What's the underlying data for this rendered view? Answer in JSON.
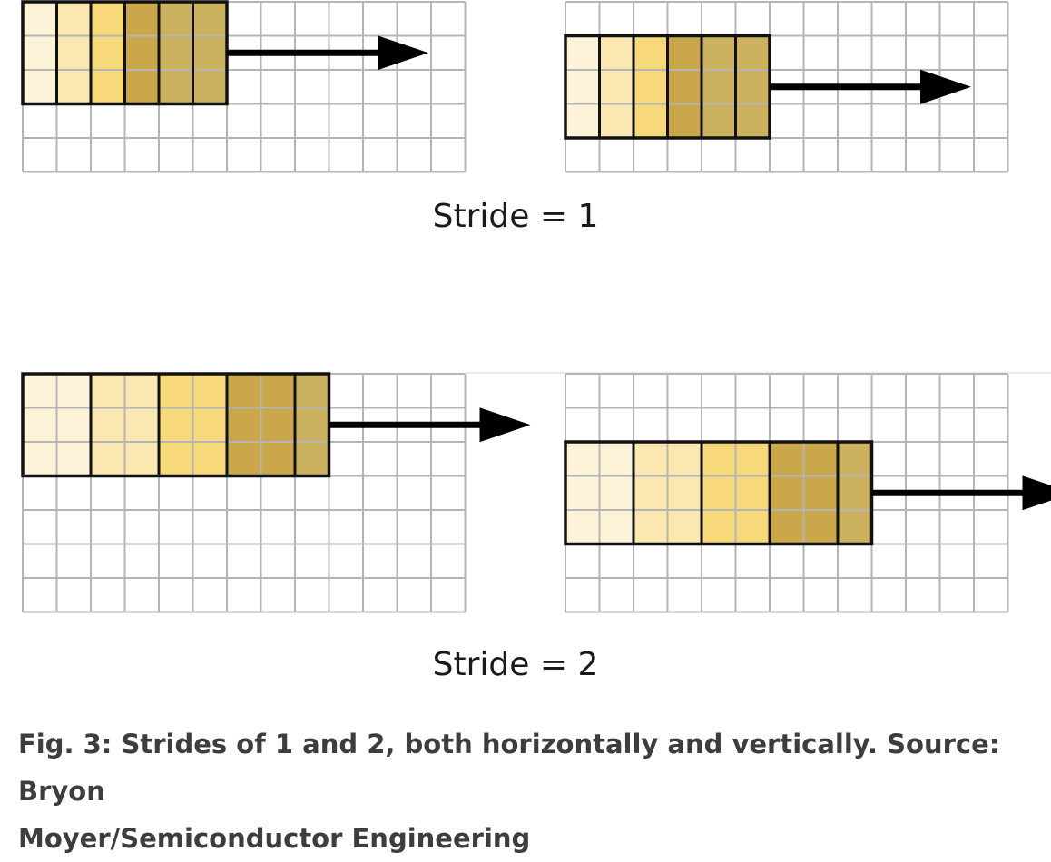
{
  "labels": {
    "stride_1": "Stride = 1",
    "stride_2": "Stride = 2"
  },
  "caption": {
    "line1": "Fig. 3: Strides of 1 and 2, both horizontally and vertically. Source: Bryon",
    "line2": "Moyer/Semiconductor Engineering"
  },
  "colors": {
    "grid_line": "#b5b5b5",
    "kernel_border": "#111111",
    "arrow": "#000000",
    "kernel_shades": [
      "#fcf3d9",
      "#fbe8b0",
      "#f7d97c",
      "#c9a74a",
      "#ccb25f"
    ]
  },
  "diagrams": [
    {
      "stride": 1,
      "grid_cols": 13,
      "grid_rows": 5,
      "kernel_col": 0,
      "kernel_row": 0,
      "kernel_cols": 6,
      "kernel_rows": 3,
      "shade_span": 1
    },
    {
      "stride": 1,
      "grid_cols": 13,
      "grid_rows": 5,
      "kernel_col": 0,
      "kernel_row": 1,
      "kernel_cols": 6,
      "kernel_rows": 3,
      "shade_span": 1
    },
    {
      "stride": 2,
      "grid_cols": 13,
      "grid_rows": 7,
      "kernel_col": 0,
      "kernel_row": 0,
      "kernel_cols": 9,
      "kernel_rows": 3,
      "shade_span": 2
    },
    {
      "stride": 2,
      "grid_cols": 13,
      "grid_rows": 7,
      "kernel_col": 0,
      "kernel_row": 2,
      "kernel_cols": 9,
      "kernel_rows": 3,
      "shade_span": 2
    }
  ]
}
